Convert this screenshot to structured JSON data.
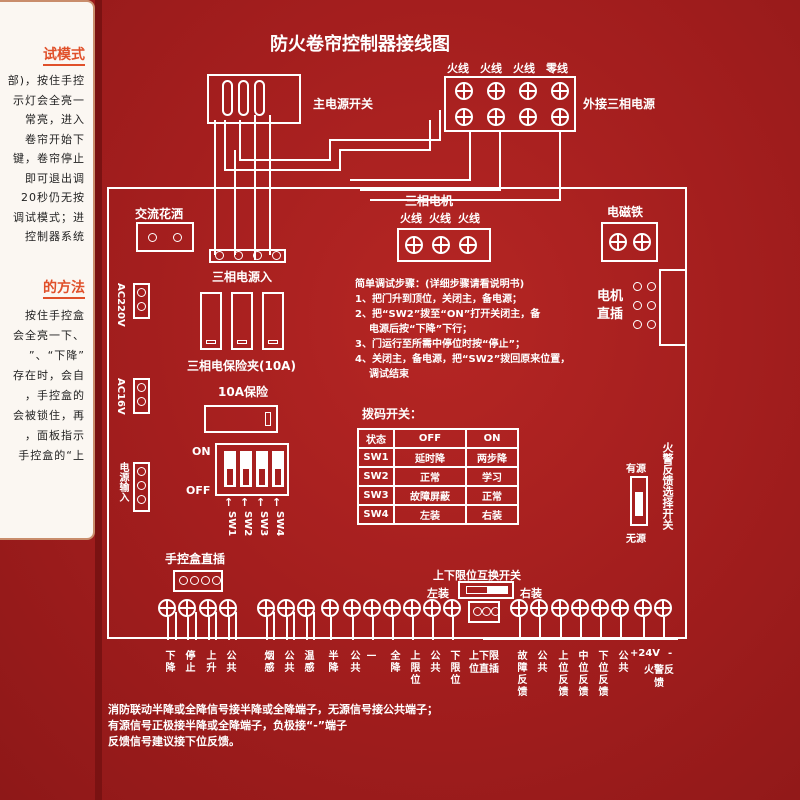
{
  "left_card": {
    "title1": "试模式",
    "lines1": [
      "部)，按住手控",
      "示灯会全亮一",
      "常亮，进入",
      "卷帘开始下",
      "键，卷帘停止",
      "即可退出调",
      "20秒仍无按",
      "调试模式；进",
      "控制器系统"
    ],
    "title2": "的方法",
    "lines2": [
      "按住手控盒",
      "会全亮一下、",
      "”、“下降”",
      "存在时，会自",
      "，手控盒的",
      "会被锁住，再",
      "，面板指示",
      "手控盒的“上"
    ]
  },
  "title": "防火卷帘控制器接线图",
  "main_switch": "主电源开关",
  "external_supply": {
    "labels": [
      "火线",
      "火线",
      "火线",
      "零线"
    ],
    "caption": "外接三相电源"
  },
  "ac_sprinkler": "交流花洒",
  "three_phase_in": "三相电源入",
  "motor": {
    "title": "三相电机",
    "labels": [
      "火线",
      "火线",
      "火线"
    ]
  },
  "electromagnet": "电磁铁",
  "motor_direct": "电机直插",
  "left_connectors": [
    "AC220V",
    "AC16V",
    "电源输入"
  ],
  "fuse_holders": "三相电保险夹(10A)",
  "fuse_10a": "10A保险",
  "dip": {
    "on": "ON",
    "off": "OFF",
    "switches": [
      "SW1",
      "SW2",
      "SW3",
      "SW4"
    ]
  },
  "steps": {
    "title": "简单调试步骤：(详细步骤请看说明书)",
    "items": [
      "1、把门升到顶位，关闭主，备电源；",
      "2、把“SW2”拨至“ON”打开关闭主，备",
      "电源后按“下降”下行；",
      "3、门运行至所需中停位时按“停止”；",
      "4、关闭主，备电源，把“SW2”拨回原来位置，",
      "调试结束"
    ]
  },
  "dip_table": {
    "title": "拨码开关：",
    "header": [
      "状态",
      "OFF",
      "ON"
    ],
    "rows": [
      [
        "SW1",
        "延时降",
        "两步降"
      ],
      [
        "SW2",
        "正常",
        "学习"
      ],
      [
        "SW3",
        "故障屏蔽",
        "正常"
      ],
      [
        "SW4",
        "左装",
        "右装"
      ]
    ]
  },
  "fire_switch": {
    "title": "火警反馈选择开关",
    "active": "有源",
    "passive": "无源"
  },
  "handbox": "手控盒直插",
  "limit_switch": {
    "title": "上下限位互换开关",
    "left": "左装",
    "right": "右装"
  },
  "terminals": [
    "下降",
    "停止",
    "上升",
    "公共",
    "烟感",
    "公共",
    "温感",
    "半降",
    "公共",
    "—",
    "全降",
    "上限位",
    "公共",
    "下限位",
    "上下限位直插",
    "故障反馈",
    "公共",
    "上位反馈",
    "中位反馈",
    "下位反馈",
    "公共",
    "+24V",
    "-"
  ],
  "fire_feedback": "火警反馈",
  "notes": [
    "消防联动半降或全降信号接半降或全降端子，无源信号接公共端子；",
    "有源信号正极接半降或全降端子，负极接“-”端子",
    "反馈信号建议接下位反馈。"
  ],
  "colors": {
    "panel": "#a51f1f",
    "print": "#ffffff",
    "card_accent": "#e0502a"
  }
}
